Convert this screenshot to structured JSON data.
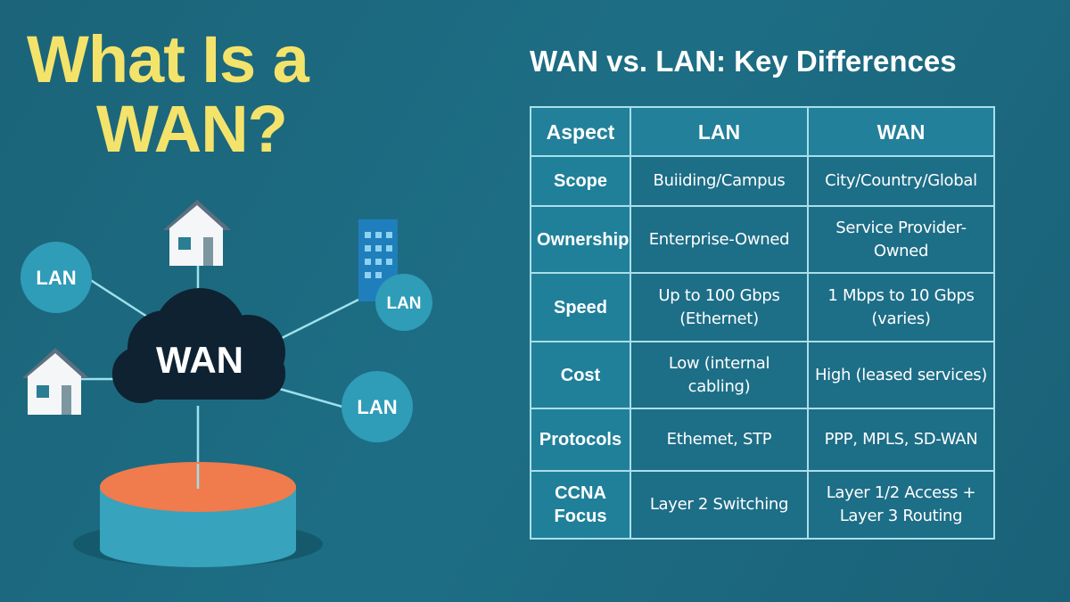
{
  "title": {
    "line1": "What Is a",
    "line2": "WAN?"
  },
  "diagram": {
    "cloud_label": "WAN",
    "lan_labels": [
      "LAN",
      "LAN",
      "LAN"
    ]
  },
  "comparison": {
    "title": "WAN vs. LAN: Key Differences",
    "headers": [
      "Aspect",
      "LAN",
      "WAN"
    ],
    "rows": [
      {
        "aspect": "Scope",
        "lan": "Buiiding/Campus",
        "wan": "City/Country/Global"
      },
      {
        "aspect": "Ownership",
        "lan": "Enterprise-Owned",
        "wan": "Service Provider-Owned"
      },
      {
        "aspect": "Speed",
        "lan": "Up to 100 Gbps (Ethernet)",
        "wan": "1 Mbps to 10 Gbps (varies)"
      },
      {
        "aspect": "Cost",
        "lan": "Low (internal cabling)",
        "wan": "High (leased services)"
      },
      {
        "aspect": "Protocols",
        "lan": "Ethemet, STP",
        "wan": "PPP, MPLS, SD-WAN"
      },
      {
        "aspect": "CCNA Focus",
        "lan": "Layer 2 Switching",
        "wan": "Layer 1/2 Access + Layer 3 Routing"
      }
    ]
  },
  "colors": {
    "title": "#f4e36b",
    "cloud": "#0f2231",
    "lan_circle": "#2f9cb8",
    "disk_top": "#f07b4c",
    "disk_side": "#37a3bd"
  }
}
